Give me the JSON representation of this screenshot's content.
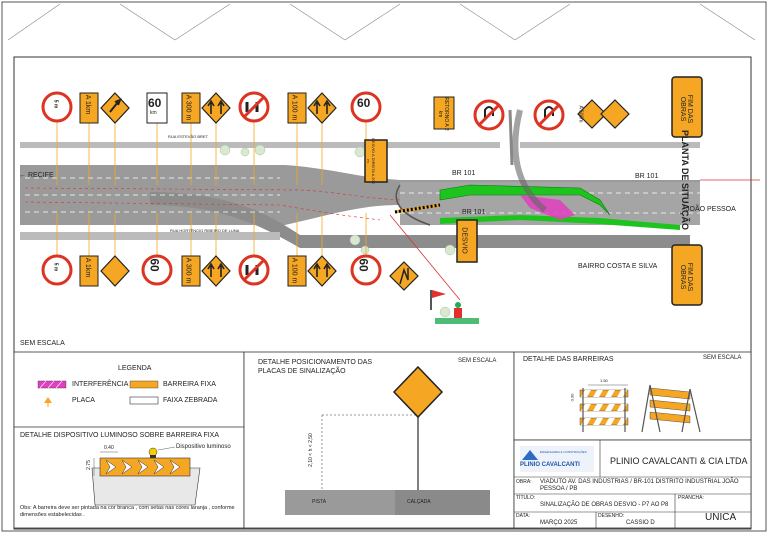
{
  "plan": {
    "title": "PLANTA DE SITUAÇÃO",
    "scale_note": "SEM ESCALA",
    "labels": {
      "recife": "← RECIFE",
      "joao_pessoa": "JOÃO PESSOA",
      "br101_a": "BR 101",
      "br101_b": "BR 101",
      "br101_c": "BR 101",
      "rua_top": "RUA ESTEVÃO BRET",
      "rua_bottom": "RUA HORTÊNCIO RIBEIRO DE LUNA",
      "bairro": "BAIRRO COSTA E SILVA"
    },
    "signs": {
      "sign_a1km_top": "A 1km",
      "sign_a1km_bottom": "A 1km",
      "sign_60_a": "60",
      "sign_60_b": "60",
      "sign_60_c": "60",
      "sign_60_d": "60",
      "sign_a300_top": "A 300 m",
      "sign_a300_bottom": "A 300 m",
      "sign_a100_top": "A 100 m",
      "sign_a100_bottom": "A 100 m",
      "retorno": "RETORNO A 2 km",
      "a500": "A 500m",
      "desvio_200": "DESVIO A DIREITA A 200 m",
      "desvio": "DESVIO",
      "fim_obras_top": "FIM DAS OBRAS",
      "fim_obras_bottom": "FIM DAS OBRAS",
      "km_unit": "km",
      "dist_5m": "5 m"
    }
  },
  "legend": {
    "title": "LEGENDA",
    "items": [
      {
        "label": "INTERFERÊNCIA",
        "color": "#e040c0"
      },
      {
        "label": "BARREIRA FIXA",
        "color": "#f5a623"
      },
      {
        "label": "PLACA",
        "color": "#f5a623"
      },
      {
        "label": "FAIXA ZEBRADA",
        "color": "#ffffff"
      }
    ]
  },
  "detail_lum": {
    "title": "DETALHE DISPOSITIVO LUMINOSO SOBRE BARREIRA FIXA",
    "device_label": "Dispositivo luminoso",
    "dim_width": "0.40",
    "dim_height": "2.75",
    "note": "Obs: A barreira deve ser pintada  na cor branca , com setas nas cores laranja , conforme dimensões estabelecidas ."
  },
  "detail_pos": {
    "title": "DETALHE POSICIONAMENTO DAS PLACAS DE SINALIZAÇÃO",
    "scale": "SEM ESCALA",
    "height_label": "2,10 < h < 2,50",
    "pista": "PISTA",
    "calcada": "CALÇADA"
  },
  "detail_bar": {
    "title": "DETALHE DAS BARREIRAS",
    "scale": "SEM ESCALA",
    "dim_top": "1.50",
    "dim_side": "0.30"
  },
  "titleblock": {
    "company": "PLINIO CAVALCANTI & CIA LTDA",
    "logo": "PLINIO CAVALCANTI",
    "logo_small": "ENGENHARIA & CONSTRUÇÕES",
    "obra_label": "OBRA:",
    "obra": "VIADUTO AV. DAS INDÚSTRIAS / BR-101 DISTRITO INDUSTRIAL JOÃO PESSOA / PB",
    "titulo_label": "TÍTULO:",
    "titulo": "SINALIZAÇÃO DE OBRAS DESVIO - P7 AO P8",
    "prancha_label": "PRANCHA:",
    "prancha": "UNICA",
    "data_label": "DATA:",
    "data": "MARÇO 2025",
    "desenho_label": "DESENHO:",
    "desenho": "CASSIO D"
  }
}
